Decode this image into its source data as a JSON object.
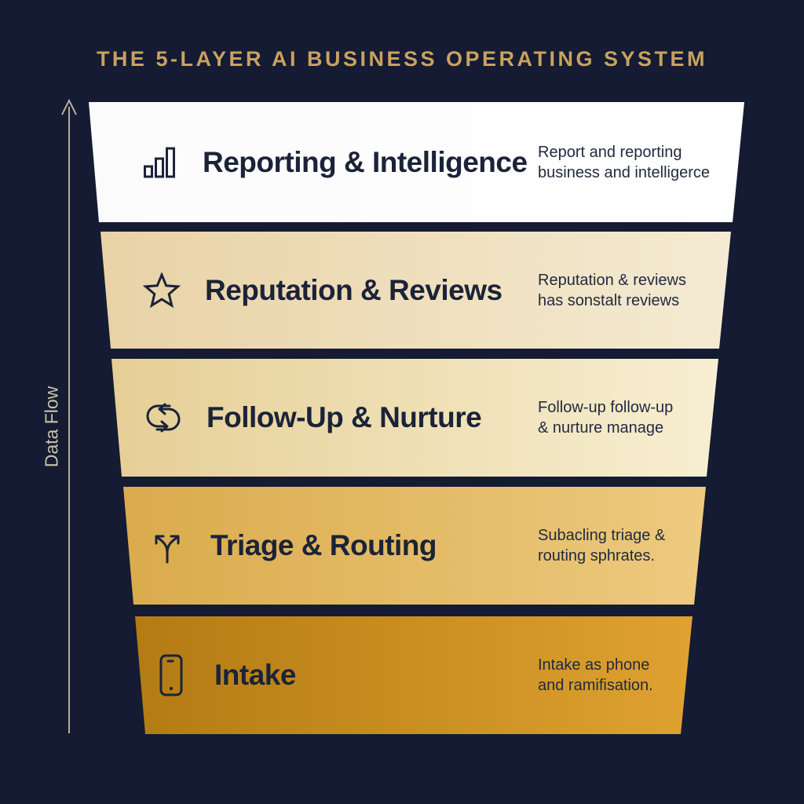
{
  "title": "THE 5-LAYER AI BUSINESS OPERATING SYSTEM",
  "axis": {
    "label": "Data Flow"
  },
  "colors": {
    "background": "#141b32",
    "title_gold": "#c9a25f",
    "axis_line": "#b5ae99",
    "layer_title_text": "#1b2338",
    "description_text": "#222a40"
  },
  "layers": [
    {
      "name": "Reporting & Intelligence",
      "icon": "bar-chart-icon",
      "desc_line1": "Report and reporting",
      "desc_line2": "business and intelligerce",
      "color_left": "#fbfbfc",
      "color_right": "#ffffff"
    },
    {
      "name": "Reputation & Reviews",
      "icon": "star-icon",
      "desc_line1": "Reputation & reviews",
      "desc_line2": "has sonstalt reviews",
      "color_left": "#e9d2a6",
      "color_right": "#f4ebd3"
    },
    {
      "name": "Follow-Up & Nurture",
      "icon": "cycle-arrows-icon",
      "desc_line1": "Follow-up follow-up",
      "desc_line2": "& nurture manage",
      "color_left": "#e6cf96",
      "color_right": "#f7efd2"
    },
    {
      "name": "Triage & Routing",
      "icon": "fork-arrows-icon",
      "desc_line1": "Subacling triage &",
      "desc_line2": "routing sphrates.",
      "color_left": "#daab4d",
      "color_right": "#edca7f"
    },
    {
      "name": "Intake",
      "icon": "smartphone-icon",
      "desc_line1": "Intake as phone",
      "desc_line2": "and ramifisation.",
      "color_left": "#b37b13",
      "color_right": "#dfa231"
    }
  ]
}
